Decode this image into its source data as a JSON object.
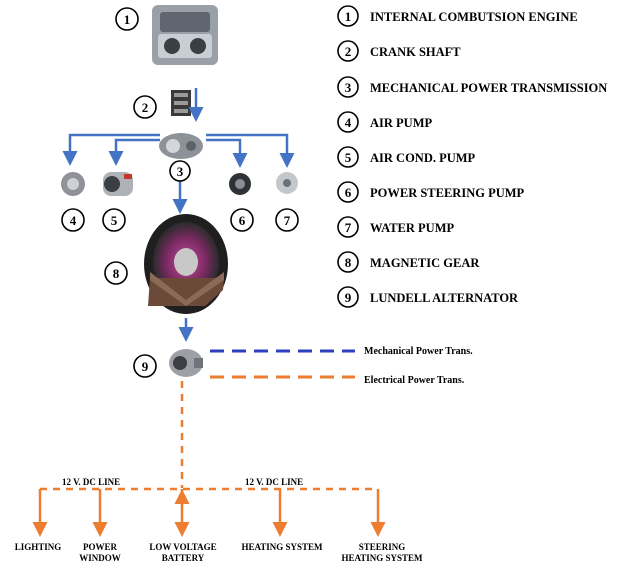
{
  "legend": [
    {
      "num": "1",
      "label": "INTERNAL COMBUTSION ENGINE"
    },
    {
      "num": "2",
      "label": "CRANK SHAFT"
    },
    {
      "num": "3",
      "label": "MECHANICAL POWER TRANSMISSION"
    },
    {
      "num": "4",
      "label": "AIR PUMP"
    },
    {
      "num": "5",
      "label": "AIR COND. PUMP"
    },
    {
      "num": "6",
      "label": "POWER STEERING PUMP"
    },
    {
      "num": "7",
      "label": "WATER PUMP"
    },
    {
      "num": "8",
      "label": "MAGNETIC GEAR"
    },
    {
      "num": "9",
      "label": "LUNDELL ALTERNATOR"
    }
  ],
  "key": {
    "mechanical": "Mechanical Power Trans.",
    "electrical": "Electrical Power Trans."
  },
  "dc_line_left": "12 V. DC LINE",
  "dc_line_right": "12 V. DC LINE",
  "loads": {
    "lighting": "LIGHTING",
    "power_window_1": "POWER",
    "power_window_2": "WINDOW",
    "battery_1": "LOW VOLTAGE",
    "battery_2": "BATTERY",
    "heating": "HEATING SYSTEM",
    "steering_1": "STEERING",
    "steering_2": "HEATING SYSTEM"
  },
  "colors": {
    "mechanical": "#4472c4",
    "electrical": "#ed7d31",
    "key_mechanical": "#2e3fbf"
  }
}
